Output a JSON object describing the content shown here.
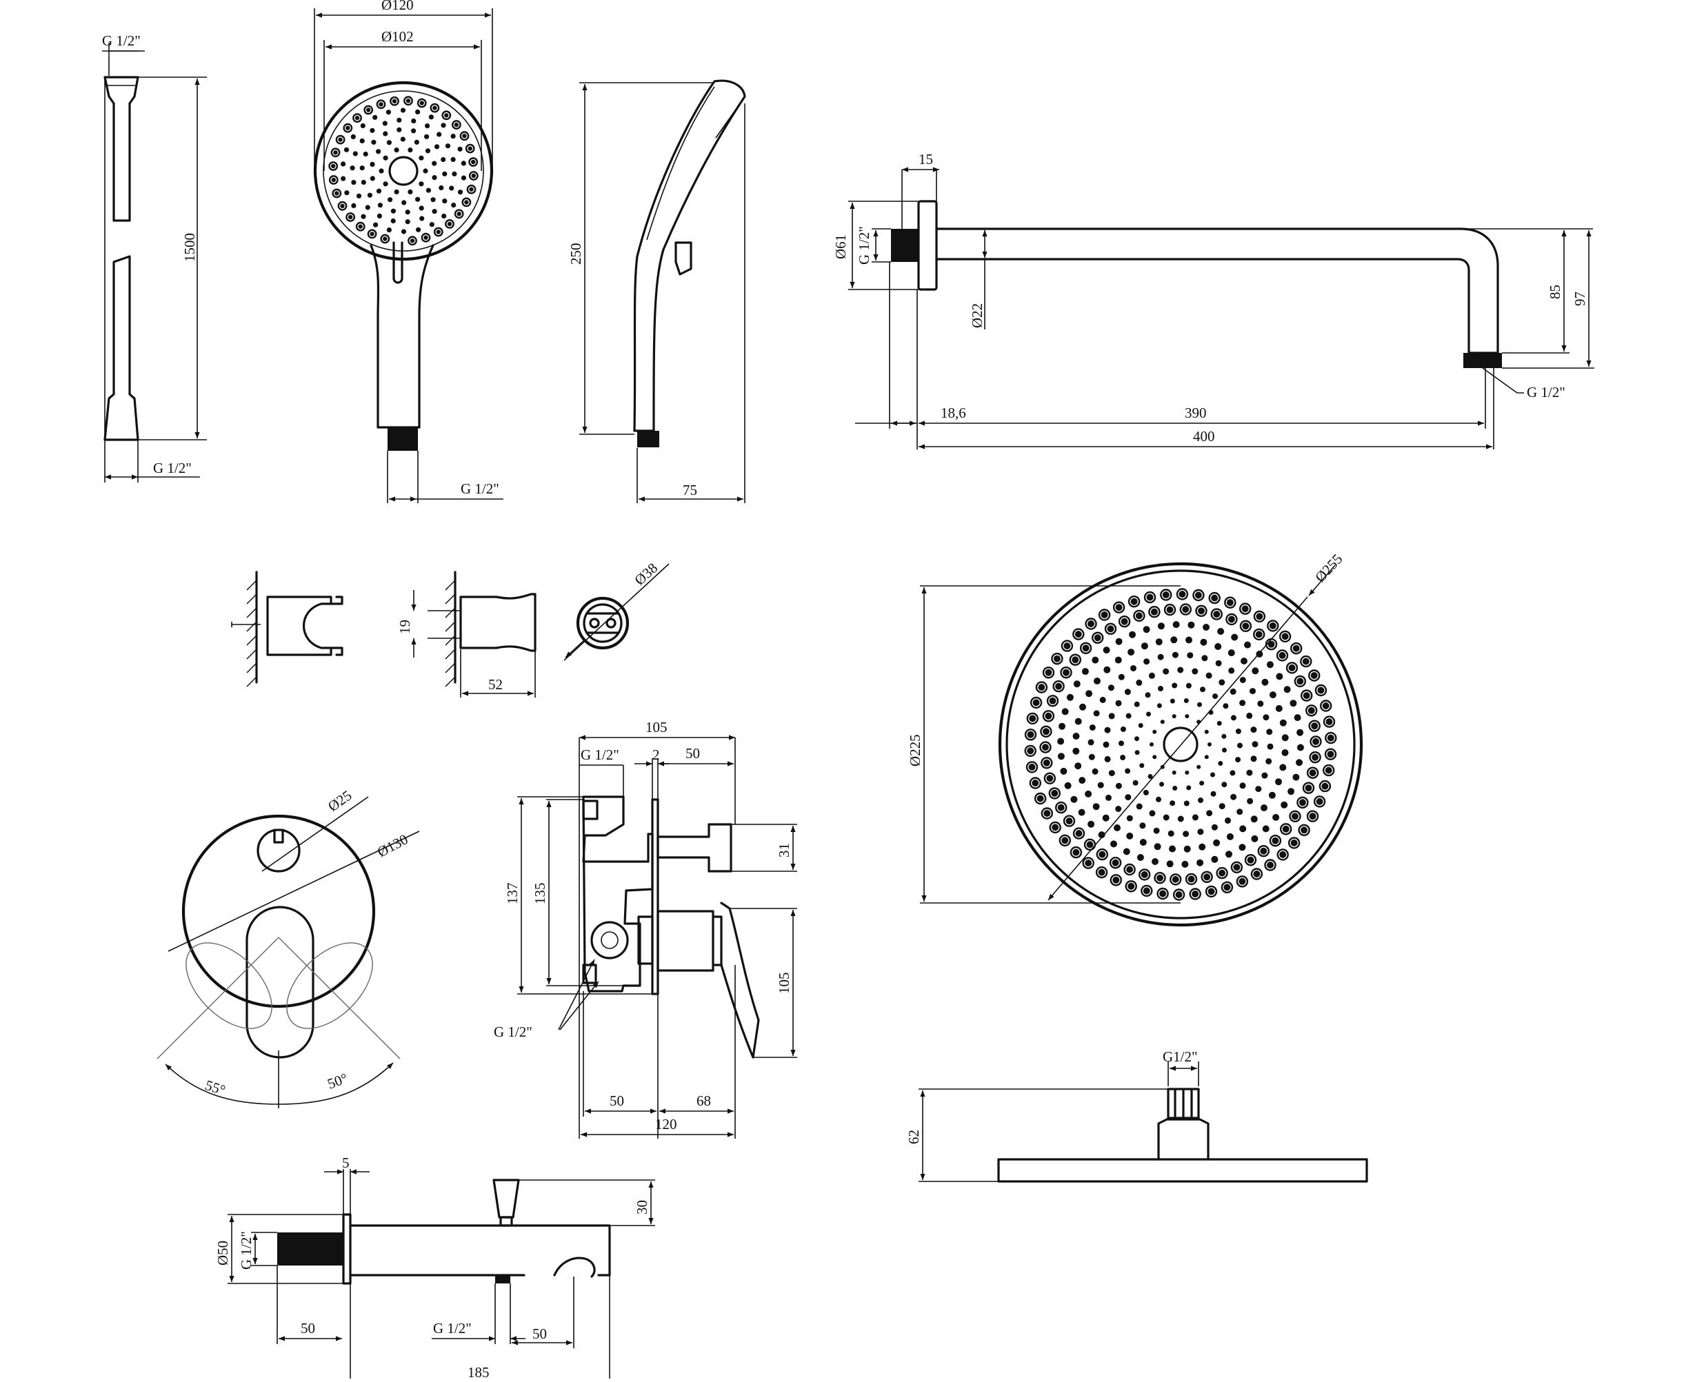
{
  "sheet": {
    "hose": {
      "top_thread": "G 1/2\"",
      "length": "1500",
      "bottom_thread": "G 1/2\""
    },
    "hand_shower": {
      "outer_diameter": "Ø120",
      "face_diameter": "Ø102",
      "thread": "G 1/2\"",
      "length": "250",
      "depth": "75"
    },
    "shower_arm": {
      "flange_width": "15",
      "flange_diameter": "Ø61",
      "wall_thread": "G 1/2\"",
      "tube_diameter": "Ø22",
      "drop_inner": "85",
      "drop_outer": "97",
      "outlet_thread": "G 1/2\"",
      "offset": "18,6",
      "reach": "390",
      "total_length": "400"
    },
    "holders": {
      "screw_spacing": "19",
      "projection": "52",
      "flange_diameter": "Ø38"
    },
    "rain_shower": {
      "outer_diameter": "Ø255",
      "face_diameter": "Ø225",
      "connector_thread": "G1/2\"",
      "height": "62"
    },
    "mixer_plate": {
      "knob_diameter": "Ø25",
      "plate_diameter": "Ø130",
      "angle_left": "55°",
      "angle_right": "50°"
    },
    "mixer_body": {
      "depth": "105",
      "thread_top": "G 1/2\"",
      "plate_gap": "2",
      "outlet_offset": "50",
      "height_outer": "137",
      "height_inner": "135",
      "outlet_height": "31",
      "lever_drop": "105",
      "body_left": "50",
      "body_right": "68",
      "total_width": "120",
      "thread_bottom": "G 1/2\""
    },
    "spout": {
      "flange_thickness": "5",
      "height": "30",
      "flange_diameter": "Ø50",
      "wall_thread": "G 1/2\"",
      "thread_length": "50",
      "diverter_thread": "G 1/2\"",
      "diverter_offset": "50",
      "length": "185"
    }
  }
}
